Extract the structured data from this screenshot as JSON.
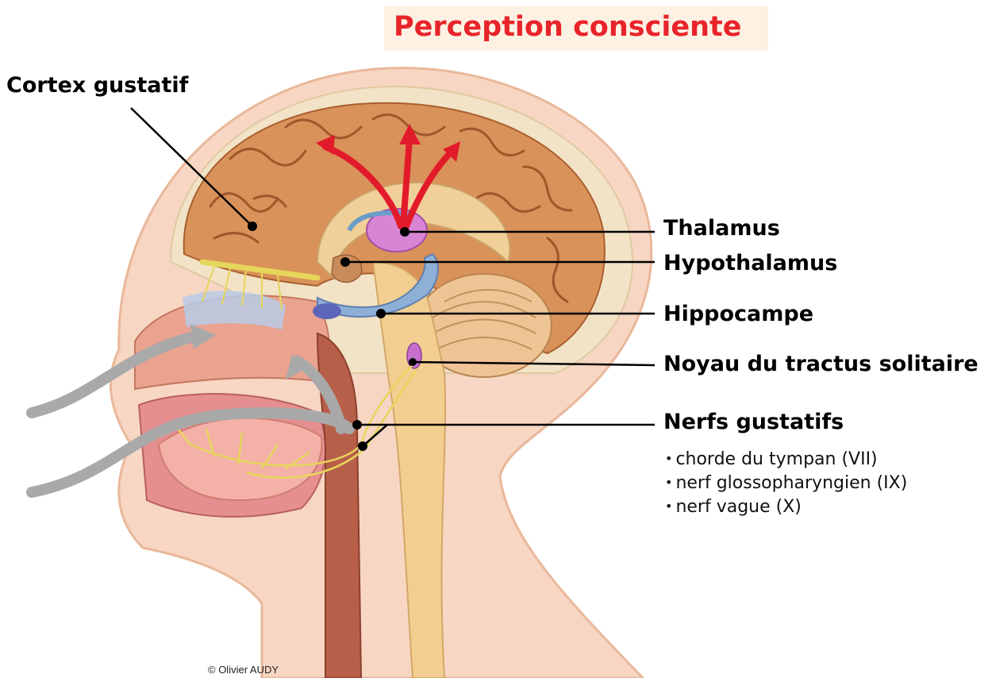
{
  "title": "Perception consciente",
  "labels": {
    "cortex": "Cortex gustatif",
    "thalamus": "Thalamus",
    "hypothalamus": "Hypothalamus",
    "hippocampe": "Hippocampe",
    "noyau": "Noyau du tractus solitaire",
    "nerfs": "Nerfs gustatifs"
  },
  "nerfs_list": [
    "chorde du tympan (VII)",
    "nerf glossopharyngien (IX)",
    "nerf vague (X)"
  ],
  "credit": "© Olivier AUDY",
  "colors": {
    "title_red": "#e8242a",
    "title_bg": "#fdf1e4",
    "skin": "#f7d6c3",
    "brain": "#d9925a",
    "thalamus": "#d985d6",
    "hippocampus": "#8fb0d6",
    "arrow_red": "#e21b2b",
    "airflow_grey": "#a9a9a9",
    "nerve_yellow": "#e6d65a"
  }
}
